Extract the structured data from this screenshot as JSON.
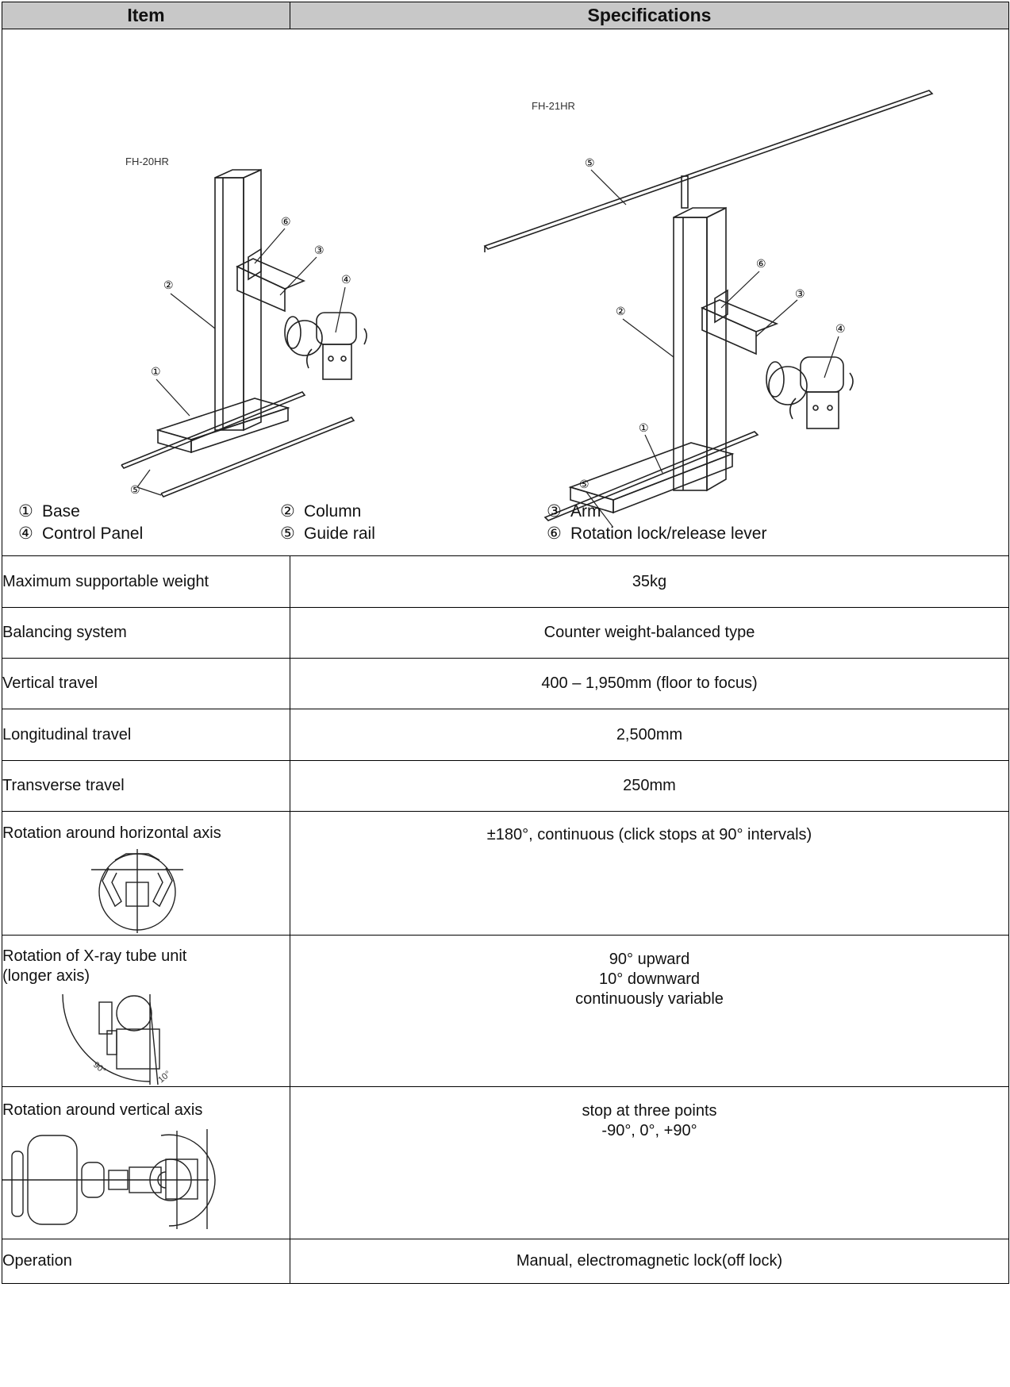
{
  "header": {
    "item": "Item",
    "specifications": "Specifications"
  },
  "diagram": {
    "left_model": "FH-20HR",
    "right_model": "FH-21HR",
    "callouts": [
      "①",
      "②",
      "③",
      "④",
      "⑤",
      "⑥"
    ],
    "legend": [
      {
        "num": "①",
        "label": "Base"
      },
      {
        "num": "②",
        "label": "Column"
      },
      {
        "num": "③",
        "label": "Arm"
      },
      {
        "num": "④",
        "label": "Control Panel"
      },
      {
        "num": "⑤",
        "label": "Guide rail"
      },
      {
        "num": "⑥",
        "label": "Rotation lock/release lever"
      }
    ]
  },
  "rows": [
    {
      "item": "Maximum supportable weight",
      "spec": "35kg"
    },
    {
      "item": "Balancing system",
      "spec": "Counter weight-balanced type"
    },
    {
      "item": "Vertical travel",
      "spec": "400 – 1,950mm (floor to focus)"
    },
    {
      "item": "Longitudinal travel",
      "spec": "2,500mm"
    },
    {
      "item": "Transverse travel",
      "spec": "250mm"
    },
    {
      "item": "Rotation around horizontal axis",
      "spec": "±180°, continuous (click stops at 90° intervals)"
    },
    {
      "item_lines": [
        "Rotation of X-ray tube unit",
        "(longer axis)"
      ],
      "spec_lines": [
        "90° upward",
        "10° downward",
        "continuously variable"
      ],
      "figure_labels": [
        "90°",
        "10°"
      ]
    },
    {
      "item": "Rotation around vertical axis",
      "spec_lines": [
        "stop at three points",
        "-90°, 0°, +90°"
      ]
    },
    {
      "item": "Operation",
      "spec": "Manual, electromagnetic lock(off lock)"
    }
  ]
}
